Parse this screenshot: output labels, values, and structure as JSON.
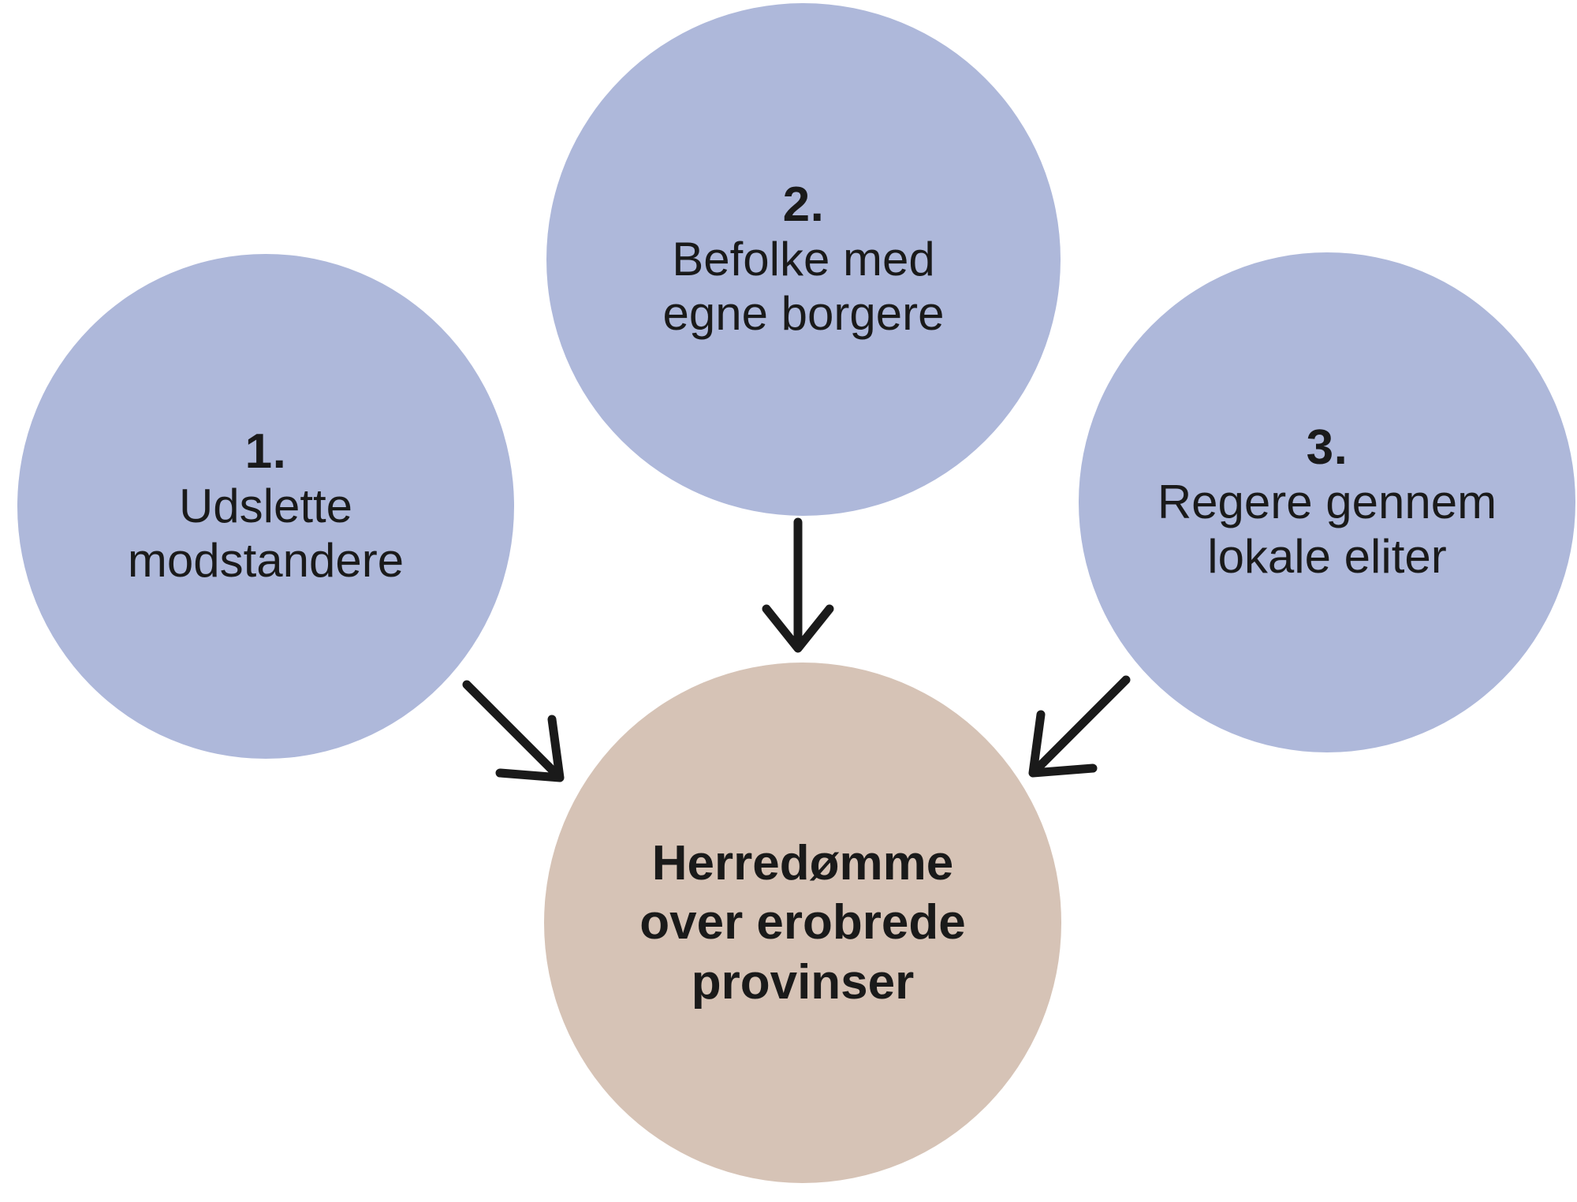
{
  "diagram": {
    "title": "Herredømme over erobrede provinser",
    "background_color": "#ffffff",
    "node_color_step": "#aeb8da",
    "node_color_center": "#d6c3b6",
    "text_color": "#1a1a1a",
    "arrow_color": "#1a1a1a",
    "steps": [
      {
        "number": "1.",
        "label": "Udslette\nmodstandere"
      },
      {
        "number": "2.",
        "label": "Befolke med\negne borgere"
      },
      {
        "number": "3.",
        "label": "Regere gennem\nlokale eliter"
      }
    ],
    "center": {
      "label": "Herredømme\nover erobrede\nprovinser"
    },
    "arrows": [
      {
        "from": "1",
        "to": "center",
        "direction": "down-right"
      },
      {
        "from": "2",
        "to": "center",
        "direction": "down"
      },
      {
        "from": "3",
        "to": "center",
        "direction": "down-left"
      }
    ]
  }
}
